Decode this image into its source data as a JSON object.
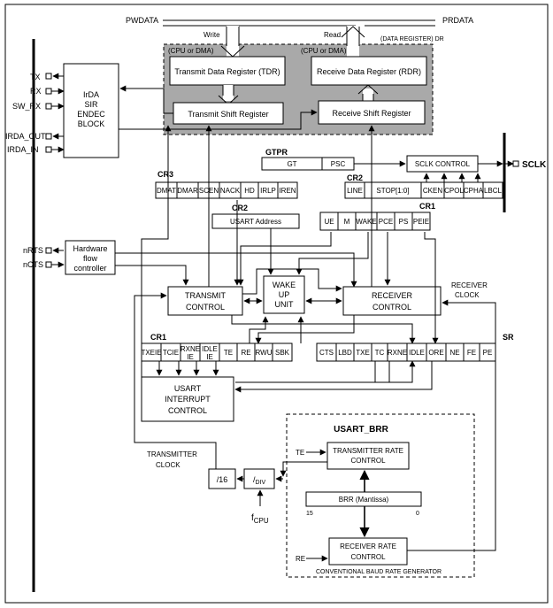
{
  "bus": {
    "pwdata": "PWDATA",
    "prdata": "PRDATA",
    "write": "Write",
    "read": "Read",
    "dr": "(DATA REGISTER) DR"
  },
  "dma": {
    "left": "(CPU or DMA)",
    "right": "(CPU or DMA)"
  },
  "data_regs": {
    "tdr": "Transmit Data Register (TDR)",
    "rdr": "Receive Data Register (RDR)",
    "tsr": "Transmit Shift Register",
    "rsr": "Receive Shift Register"
  },
  "pins": {
    "tx": "TX",
    "rx": "RX",
    "sw_rx": "SW_RX",
    "irda_out": "IRDA_OUT",
    "irda_in": "IRDA_IN",
    "nrts": "nRTS",
    "ncts": "nCTS",
    "sclk": "SCLK"
  },
  "irda": {
    "l1": "IrDA",
    "l2": "SIR",
    "l3": "ENDEC",
    "l4": "BLOCK"
  },
  "hwflow": {
    "l1": "Hardware",
    "l2": "flow",
    "l3": "controller"
  },
  "gtpr": {
    "title": "GTPR",
    "gt": "GT",
    "psc": "PSC"
  },
  "sclk_ctrl": "SCLK CONTROL",
  "cr3": {
    "title": "CR3",
    "bits": [
      "DMAT",
      "DMAR",
      "SCEN",
      "NACK",
      "HD",
      "IRLP",
      "IREN"
    ]
  },
  "cr2a": {
    "title": "CR2",
    "bits": [
      "LINE",
      "STOP[1:0]",
      "CKEN",
      "CPOL",
      "CPHA",
      "LBCL"
    ]
  },
  "cr2b": {
    "title": "CR2",
    "addr": "USART Address"
  },
  "cr1a": {
    "title": "CR1",
    "bits": [
      "UE",
      "M",
      "WAKE",
      "PCE",
      "PS",
      "PEIE"
    ]
  },
  "transmit_ctrl": {
    "l1": "TRANSMIT",
    "l2": "CONTROL"
  },
  "wakeup": {
    "l1": "WAKE",
    "l2": "UP",
    "l3": "UNIT"
  },
  "receiver_ctrl": {
    "l1": "RECEIVER",
    "l2": "CONTROL"
  },
  "receiver_clock": {
    "l1": "RECEIVER",
    "l2": "CLOCK"
  },
  "cr1b": {
    "title": "CR1",
    "bits": [
      "TXEIE",
      "TCIE",
      "RXNE IE",
      "IDLE IE",
      "TE",
      "RE",
      "RWU",
      "SBK"
    ]
  },
  "sr": {
    "title": "SR",
    "bits": [
      "CTS",
      "LBD",
      "TXE",
      "TC",
      "RXNE",
      "IDLE",
      "ORE",
      "NE",
      "FE",
      "PE"
    ]
  },
  "interrupt": {
    "l1": "USART",
    "l2": "INTERRUPT",
    "l3": "CONTROL"
  },
  "brr": {
    "title": "USART_BRR",
    "te": "TE",
    "re": "RE",
    "tx_rate": {
      "l1": "TRANSMITTER RATE",
      "l2": "CONTROL"
    },
    "mantissa": "BRR (Mantissa)",
    "bit_hi": "15",
    "bit_lo": "0",
    "rx_rate": {
      "l1": "RECEIVER RATE",
      "l2": "CONTROL"
    },
    "footer": "CONVENTIONAL BAUD RATE GENERATOR"
  },
  "transmitter_clock": {
    "l1": "TRANSMITTER",
    "l2": "CLOCK"
  },
  "div16": "/16",
  "div": {
    "main": "/",
    "sub": "DIV"
  },
  "fcpu": {
    "main": "f",
    "sub": "CPU"
  }
}
